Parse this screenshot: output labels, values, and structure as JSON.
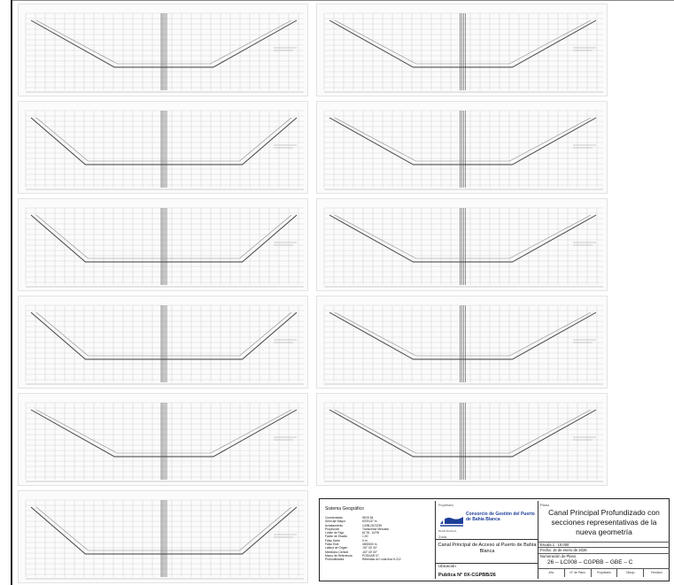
{
  "colors": {
    "grid": "#d6d6d6",
    "gridStrong": "#b8b8b8",
    "profile": "#444444",
    "axis": "#666666",
    "logoBlue": "#1d3f9a"
  },
  "sections": [
    {
      "id": 1,
      "type": "trapezoid",
      "title": ""
    },
    {
      "id": 2,
      "type": "trapezoid",
      "title": ""
    },
    {
      "id": 3,
      "type": "trapezoid-wide",
      "title": ""
    },
    {
      "id": 4,
      "type": "trapezoid",
      "title": ""
    },
    {
      "id": 5,
      "type": "trapezoid-wide",
      "title": ""
    },
    {
      "id": 6,
      "type": "trapezoid",
      "title": ""
    },
    {
      "id": 7,
      "type": "trapezoid-wide",
      "title": ""
    },
    {
      "id": 8,
      "type": "trapezoid",
      "title": ""
    },
    {
      "id": 9,
      "type": "trapezoid",
      "title": ""
    },
    {
      "id": 10,
      "type": "trapezoid",
      "title": ""
    },
    {
      "id": 11,
      "type": "trapezoid-wide",
      "title": ""
    }
  ],
  "title_block": {
    "sistema": {
      "title": "Sistema Geográfico",
      "rows": [
        {
          "k": "Coordenadas",
          "v": "WGS 84"
        },
        {
          "k": "Semi-eje Mayor",
          "v": "6378137 m"
        },
        {
          "k": "Achatamiento",
          "v": "1/298,2572235"
        },
        {
          "k": "Proyección",
          "v": "Transverse Mercator"
        },
        {
          "k": "Límite de Faja",
          "v": "61°W - 64°W"
        },
        {
          "k": "Factor de Escala",
          "v": "1,00"
        },
        {
          "k": "Falso Norte",
          "v": "0 m"
        },
        {
          "k": "Falso Este",
          "v": "4500000 m"
        },
        {
          "k": "Latitud de Origen",
          "v": "-90° 00' 00\""
        },
        {
          "k": "Meridiano Central",
          "v": "-63° 00' 00\""
        },
        {
          "k": "Marco de Referencia",
          "v": "POSGAR 07"
        },
        {
          "k": "Profundidades",
          "v": "Referidas al 0 cota leía H-212"
        }
      ]
    },
    "propietario": {
      "label": "Propietario",
      "logo_text": "Consorcio de Gestión del Puerto de Bahía Blanca",
      "logo_small": "BAHÍA BLANCA"
    },
    "zona": {
      "label": "Zona",
      "value": "Canal Principal de Acceso al Puerto de Bahía Blanca"
    },
    "ubicacion": {
      "label": "Ubicación",
      "value": "Publica N° 0X-CGPBB/26"
    },
    "plano": {
      "label": "Plano",
      "title": "Canal Principal Profundizado con secciones representativas de la nueva geometría",
      "escala": "Escala      1 : 10.000",
      "fecha": "Fecha: 15 de enero de 2026",
      "numeracion": "Numeración de Plano",
      "codes": "26 – LC008 – CGPBB – GBE – C",
      "code_labels": [
        "Año",
        "N° de Plano",
        "Propietario",
        "Dibujo",
        "Revisión"
      ]
    }
  }
}
